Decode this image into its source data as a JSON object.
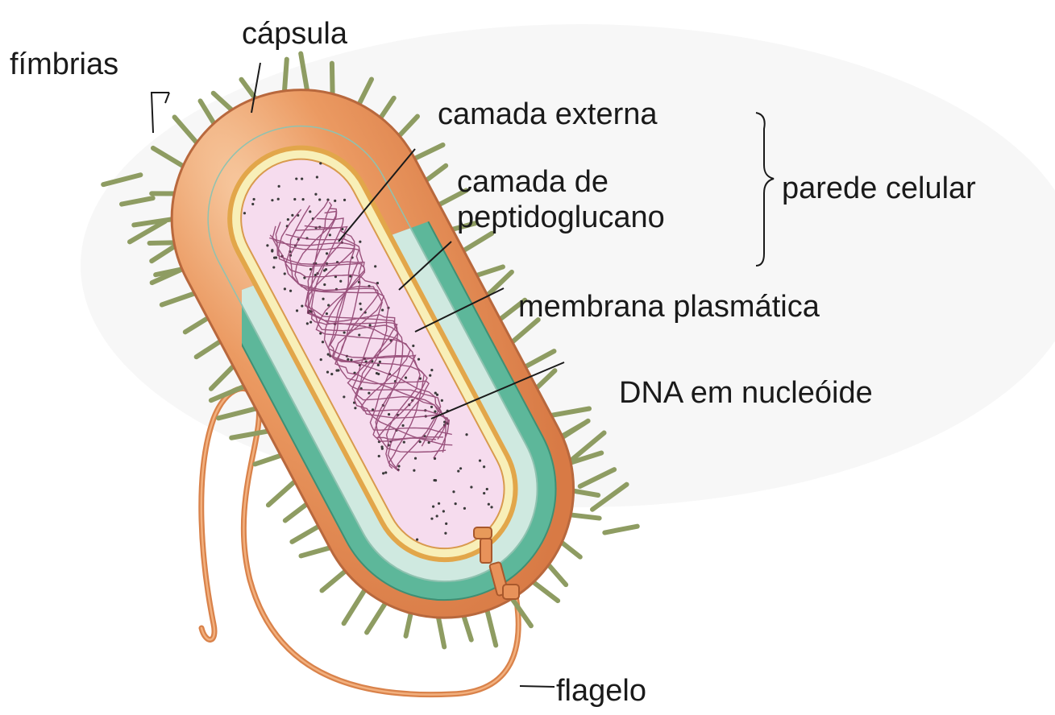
{
  "labels": {
    "capsula": "cápsula",
    "fimbrias": "fímbrias",
    "camada_externa": "camada externa",
    "camada_peptidoglucano_line1": "camada de",
    "camada_peptidoglucano_line2": "peptidoglucano",
    "parede_celular": "parede celular",
    "membrana_plasmatica": "membrana plasmática",
    "dna_nucleoide": "DNA em nucleóide",
    "flagelo": "flagelo"
  },
  "colors": {
    "capsule": "#e8925a",
    "capsule_edge": "#b0603a",
    "outer_layer": "#5db79a",
    "peptidoglycan": "#cfe9e0",
    "membrane": "#f2c56a",
    "cytoplasm": "#f6dcee",
    "dna": "#8a3a6a",
    "fimbriae": "#9aa86a",
    "flagellum": "#d9824a"
  }
}
